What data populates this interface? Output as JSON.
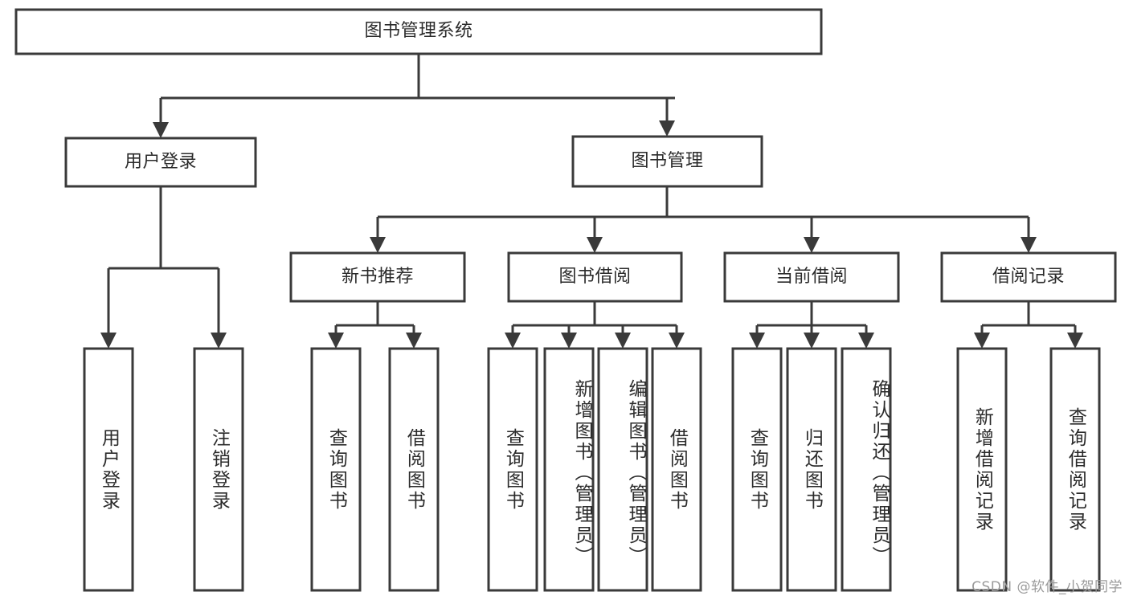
{
  "diagram": {
    "type": "tree-hierarchy",
    "title": "图书管理系统",
    "watermark": "CSDN @软件_小贺同学",
    "colors": {
      "stroke": "#3a3a3a",
      "fill": "#ffffff",
      "text": "#2b2b2b",
      "watermark": "#9a9a9a",
      "background": "#ffffff"
    },
    "nodes": {
      "root": {
        "label": "图书管理系统",
        "orientation": "horizontal"
      },
      "user_login": {
        "label": "用户登录",
        "orientation": "horizontal"
      },
      "book_manage": {
        "label": "图书管理",
        "orientation": "horizontal"
      },
      "new_book_rec": {
        "label": "新书推荐",
        "orientation": "horizontal"
      },
      "book_borrow": {
        "label": "图书借阅",
        "orientation": "horizontal"
      },
      "current_borrow": {
        "label": "当前借阅",
        "orientation": "horizontal"
      },
      "borrow_record": {
        "label": "借阅记录",
        "orientation": "horizontal"
      },
      "leaf_user_login": {
        "label": "用户登录",
        "orientation": "vertical"
      },
      "leaf_logout": {
        "label": "注销登录",
        "orientation": "vertical"
      },
      "leaf_query_book_1": {
        "label": "查询图书",
        "orientation": "vertical"
      },
      "leaf_borrow_book_1": {
        "label": "借阅图书",
        "orientation": "vertical"
      },
      "leaf_query_book_2": {
        "label": "查询图书",
        "orientation": "vertical"
      },
      "leaf_add_book": {
        "label": "新增图书（管理员）",
        "orientation": "vertical"
      },
      "leaf_edit_book": {
        "label": "编辑图书（管理员）",
        "orientation": "vertical"
      },
      "leaf_borrow_book_2": {
        "label": "借阅图书",
        "orientation": "vertical"
      },
      "leaf_query_book_3": {
        "label": "查询图书",
        "orientation": "vertical"
      },
      "leaf_return_book": {
        "label": "归还图书",
        "orientation": "vertical"
      },
      "leaf_confirm_return": {
        "label": "确认归还（管理员）",
        "orientation": "vertical"
      },
      "leaf_add_record": {
        "label": "新增借阅记录",
        "orientation": "vertical"
      },
      "leaf_query_record": {
        "label": "查询借阅记录",
        "orientation": "vertical"
      }
    },
    "hierarchy": {
      "图书管理系统": [
        {
          "用户登录": [
            "用户登录",
            "注销登录"
          ]
        },
        {
          "图书管理": [
            {
              "新书推荐": [
                "查询图书",
                "借阅图书"
              ]
            },
            {
              "图书借阅": [
                "查询图书",
                "新增图书（管理员）",
                "编辑图书（管理员）",
                "借阅图书"
              ]
            },
            {
              "当前借阅": [
                "查询图书",
                "归还图书",
                "确认归还（管理员）"
              ]
            },
            {
              "借阅记录": [
                "新增借阅记录",
                "查询借阅记录"
              ]
            }
          ]
        }
      ]
    }
  }
}
